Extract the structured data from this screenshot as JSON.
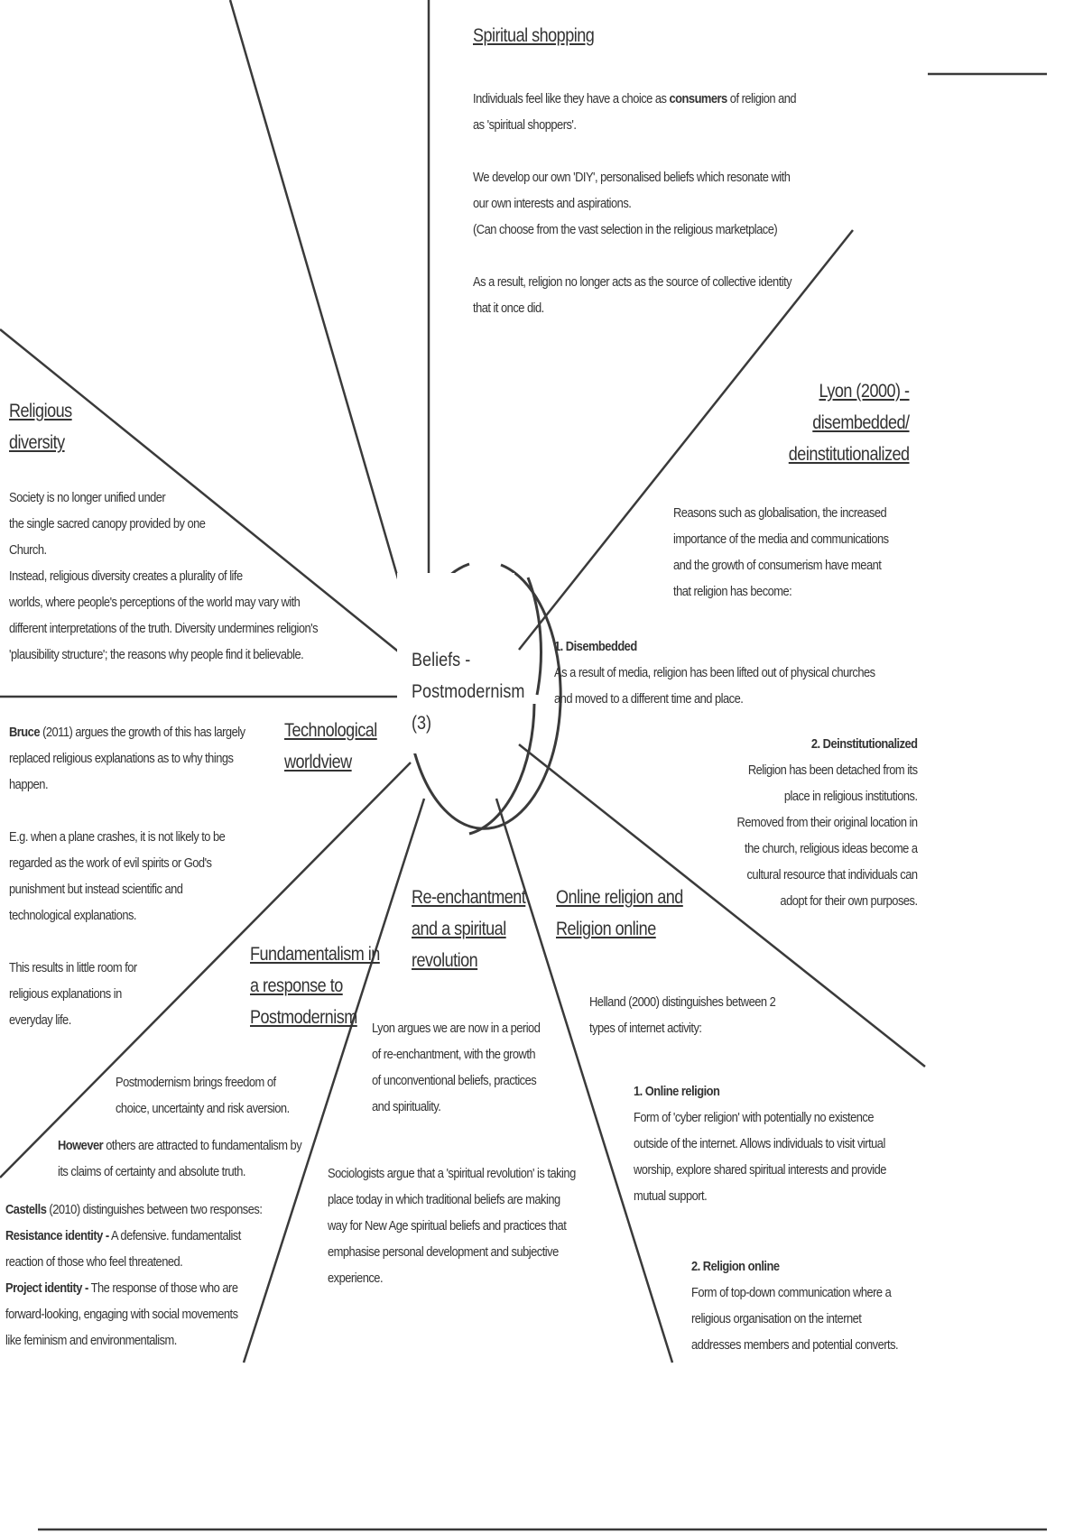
{
  "center": [
    "Beliefs -",
    "Postmodernism",
    "(3)"
  ],
  "spiritual_shopping": {
    "heading": "Spiritual shopping",
    "p1_pre": "Individuals feel like they have a choice as ",
    "p1_bold": "consumers",
    "p1_post": " of religion and",
    "p1_line2": "as 'spiritual shoppers'.",
    "p2": [
      "We develop our own 'DIY', personalised beliefs which resonate with",
      "our own interests and aspirations.",
      "(Can choose from the vast selection in the religious marketplace)"
    ],
    "p3": [
      "As a result, religion no longer acts as the source of collective identity",
      "that it once did."
    ]
  },
  "lyon": {
    "heading": [
      "Lyon (2000) -",
      "disembedded/",
      "deinstitutionalized"
    ],
    "intro": [
      "Reasons such as globalisation, the increased",
      "importance of the media and communications",
      "and the growth of consumerism have meant",
      "that religion has become:"
    ],
    "d1_title": "1. Disembedded",
    "d1": [
      "As a result of media, religion has been lifted out of physical churches",
      "and moved to a different time and place."
    ],
    "d2_title": "2. Deinstitutionalized",
    "d2": [
      "Religion has been detached from its",
      "place in religious institutions.",
      "Removed from their original location in",
      "the church, religious ideas become a",
      "cultural resource that individuals can",
      "adopt for their own purposes."
    ]
  },
  "diversity": {
    "heading": [
      "Religious",
      "diversity"
    ],
    "text": [
      "Society is no longer unified under",
      "the single sacred canopy provided by one",
      "Church.",
      "Instead, religious diversity creates a plurality of life",
      "worlds, where people's perceptions of the world may vary with",
      "different interpretations of the truth. Diversity undermines religion's",
      "'plausibility structure'; the reasons why people find it believable."
    ]
  },
  "tech": {
    "heading": [
      "Technological",
      "worldview"
    ],
    "p1_bold": "Bruce",
    "p1_rest": " (2011) argues the growth of this has largely",
    "p1_lines": [
      "replaced religious explanations as to why things",
      "happen."
    ],
    "p2": [
      "E.g. when a plane crashes, it is not likely to be",
      "regarded as the work of evil spirits or God's",
      "punishment but instead scientific and",
      "technological explanations."
    ],
    "p3": [
      "This results in little room for",
      "religious explanations in",
      "everyday life."
    ]
  },
  "fundamentalism": {
    "heading": [
      "Fundamentalism in",
      "a response to",
      "Postmodernism"
    ],
    "p1": [
      "Postmodernism brings freedom of",
      "choice, uncertainty and risk aversion."
    ],
    "p2_bold": "However",
    "p2_rest": " others are attracted to fundamentalism by",
    "p2_line2": "its claims of certainty and absolute truth.",
    "castells_bold": "Castells",
    "castells_rest": " (2010) distinguishes between two responses:",
    "res_bold": "Resistance identity -",
    "res_rest": " A defensive. fundamentalist",
    "res_line2": "reaction of those who feel threatened.",
    "proj_bold": "Project identity -",
    "proj_rest": " The response of those who are",
    "proj_lines": [
      "forward-looking, engaging with social movements",
      "like feminism and environmentalism."
    ]
  },
  "reenchantment": {
    "heading": [
      "Re-enchantment",
      "and a spiritual",
      "revolution"
    ],
    "p1": [
      "Lyon argues we are now in a period",
      "of re-enchantment, with the growth",
      "of unconventional beliefs, practices",
      "and spirituality."
    ],
    "p2": [
      "Sociologists argue that a 'spiritual revolution' is taking",
      "place today in which traditional beliefs are making",
      "way for New Age spiritual beliefs and practices that",
      "emphasise personal development and subjective",
      "experience."
    ]
  },
  "online": {
    "heading": [
      "Online religion and",
      "Religion online"
    ],
    "intro": [
      "Helland (2000) distinguishes between 2",
      "types of internet activity:"
    ],
    "o1_title": "1. Online religion",
    "o1": [
      "Form of 'cyber religion' with potentially no existence",
      "outside of the internet. Allows individuals to visit virtual",
      "worship, explore shared spiritual interests and provide",
      "mutual support."
    ],
    "o2_title": "2. Religion online",
    "o2": [
      "Form of top-down communication where a",
      "religious organisation on the internet",
      "addresses members and potential converts."
    ]
  }
}
